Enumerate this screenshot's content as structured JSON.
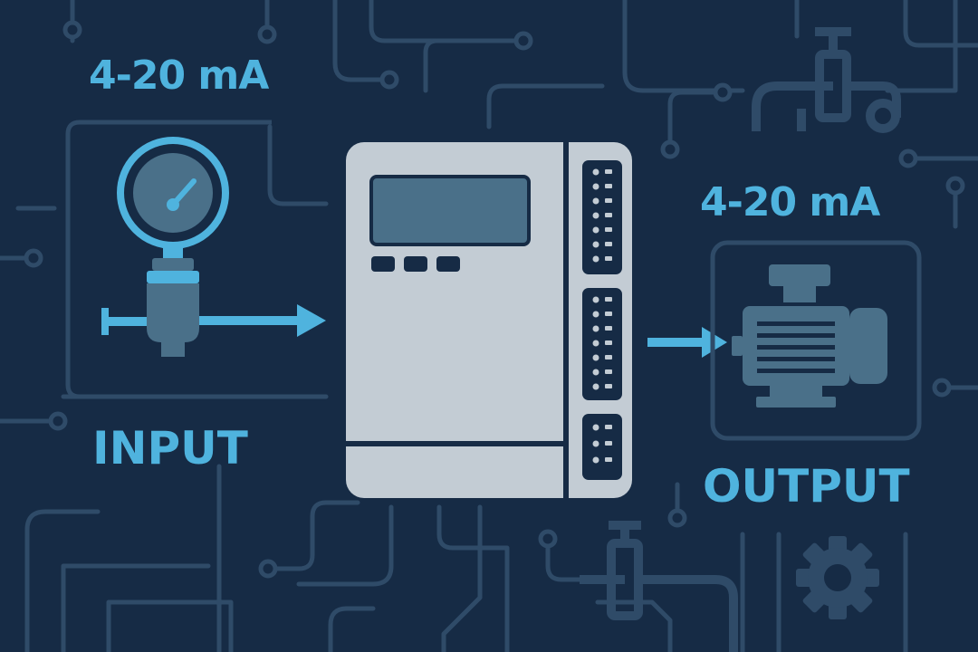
{
  "labels": {
    "input_signal": "4-20 mA",
    "input_title": "INPUT",
    "output_signal": "4-20 mA",
    "output_title": "OUTPUT"
  },
  "colors": {
    "background": "#162b45",
    "circuit_trace": "#2f4b68",
    "accent": "#4fb3de",
    "device_body": "#c3ccd4",
    "display": "#4a7089",
    "motor": "#4a7089"
  },
  "icons": {
    "input_sensor": "pressure-gauge-icon",
    "output_actuator": "electric-motor-icon",
    "controller": "signal-converter-module",
    "decor": [
      "valve-icon",
      "gear-icon"
    ]
  }
}
